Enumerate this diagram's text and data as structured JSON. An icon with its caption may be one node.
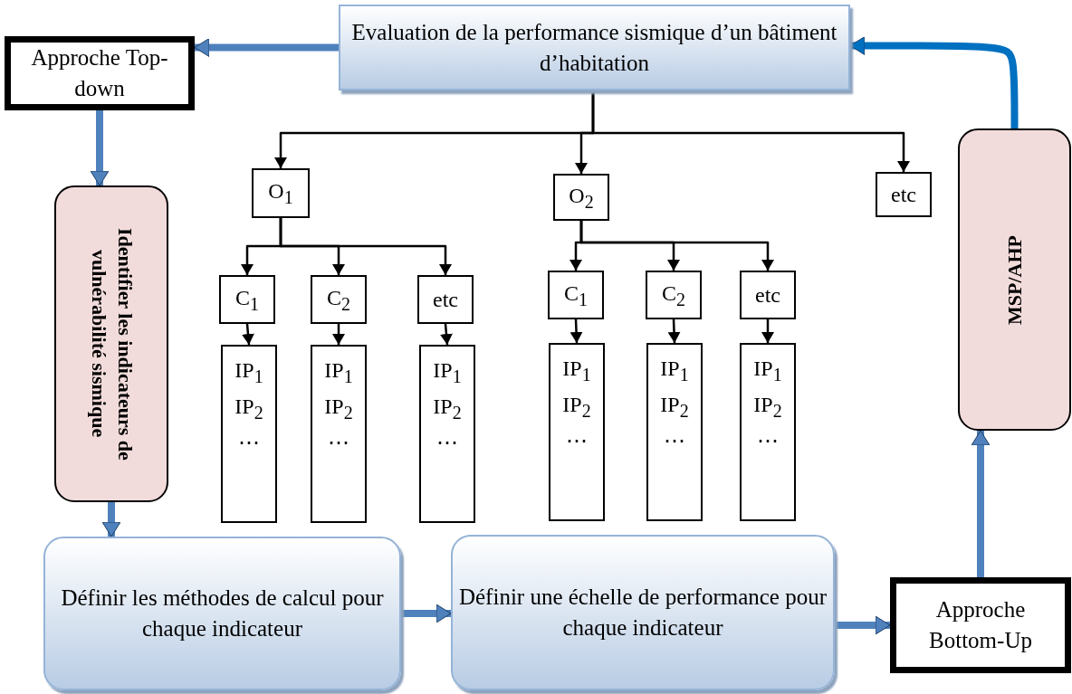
{
  "diagram": {
    "nodes": [
      {
        "text": [
          "Evaluation de la performance sismique d’un bâtiment d’habitation"
        ]
      },
      {
        "text": [
          "Approche Top-down"
        ]
      },
      {
        "text": [
          "Identifier les indicateurs de vulnérabilité sismique"
        ]
      },
      {
        "text": [
          "O$_{1}$"
        ]
      },
      {
        "text": [
          "O$_{2}$"
        ]
      },
      {
        "text": [
          "etc"
        ]
      },
      {
        "text": [
          "C$_{1}$"
        ]
      },
      {
        "text": [
          "C$_{2}$"
        ]
      },
      {
        "text": [
          "etc"
        ]
      },
      {
        "text": [
          "C$_{1}$"
        ]
      },
      {
        "text": [
          "C$_{2}$"
        ]
      },
      {
        "text": [
          "etc"
        ]
      },
      {
        "text": [
          "IP$_{1}$",
          "IP$_{2}$",
          "⋯"
        ]
      },
      {
        "text": [
          "IP$_{1}$",
          "IP$_{2}$",
          "⋯"
        ]
      },
      {
        "text": [
          "IP$_{1}$",
          "IP$_{2}$",
          "⋯"
        ]
      },
      {
        "text": [
          "IP$_{1}$",
          "IP$_{2}$",
          "⋯"
        ]
      },
      {
        "text": [
          "IP$_{1}$",
          "IP$_{2}$",
          "⋯"
        ]
      },
      {
        "text": [
          "IP$_{1}$",
          "IP$_{2}$",
          "⋯"
        ]
      },
      {
        "text": [
          "MSP/AHP"
        ]
      },
      {
        "text": [
          "Définir les méthodes de calcul pour chaque indicateur"
        ]
      },
      {
        "text": [
          "Définir une échelle de performance pour chaque indicateur"
        ]
      },
      {
        "text": [
          "Approche Bottom-Up"
        ]
      }
    ],
    "edges": [
      {
        "from": 0,
        "to": 1,
        "arrow": "to",
        "style": "thick",
        "color": "#4f81bd"
      },
      {
        "from": 1,
        "to": 2,
        "arrow": "to",
        "style": "thick",
        "color": "#4f81bd"
      },
      {
        "from": 2,
        "to": 19,
        "arrow": "to",
        "style": "thick",
        "color": "#4f81bd"
      },
      {
        "from": 19,
        "to": 20,
        "arrow": "to",
        "style": "thick",
        "color": "#4f81bd"
      },
      {
        "from": 20,
        "to": 21,
        "arrow": "to",
        "style": "thick",
        "color": "#4f81bd"
      },
      {
        "from": 21,
        "to": 18,
        "arrow": "to",
        "style": "thick",
        "color": "#4f81bd"
      },
      {
        "from": 18,
        "to": 0,
        "arrow": "to",
        "style": "thick",
        "color": "#0070c0"
      },
      {
        "from": 0,
        "to": 3,
        "arrow": "to"
      },
      {
        "from": 0,
        "to": 4,
        "arrow": "to"
      },
      {
        "from": 0,
        "to": 5,
        "arrow": "to"
      },
      {
        "from": 3,
        "to": 6,
        "arrow": "to"
      },
      {
        "from": 3,
        "to": 7,
        "arrow": "to"
      },
      {
        "from": 3,
        "to": 8,
        "arrow": "to"
      },
      {
        "from": 4,
        "to": 9,
        "arrow": "to"
      },
      {
        "from": 4,
        "to": 10,
        "arrow": "to"
      },
      {
        "from": 4,
        "to": 11,
        "arrow": "to"
      },
      {
        "from": 6,
        "to": 12,
        "arrow": "to"
      },
      {
        "from": 7,
        "to": 13,
        "arrow": "to"
      },
      {
        "from": 8,
        "to": 14,
        "arrow": "to"
      },
      {
        "from": 9,
        "to": 15,
        "arrow": "to"
      },
      {
        "from": 10,
        "to": 16,
        "arrow": "to"
      },
      {
        "from": 11,
        "to": 17,
        "arrow": "to"
      }
    ]
  }
}
